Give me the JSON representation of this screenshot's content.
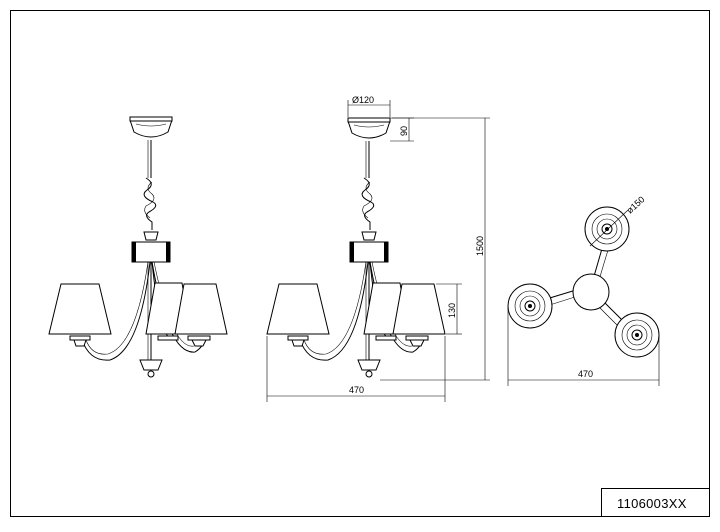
{
  "drawing": {
    "product_code": "1106003XX",
    "dimensions": {
      "canopy_diameter": "Ø120",
      "canopy_height": "90",
      "total_height": "1500",
      "shade_height": "130",
      "width_front": "470",
      "width_top": "470",
      "shade_diameter": "ø150"
    }
  }
}
